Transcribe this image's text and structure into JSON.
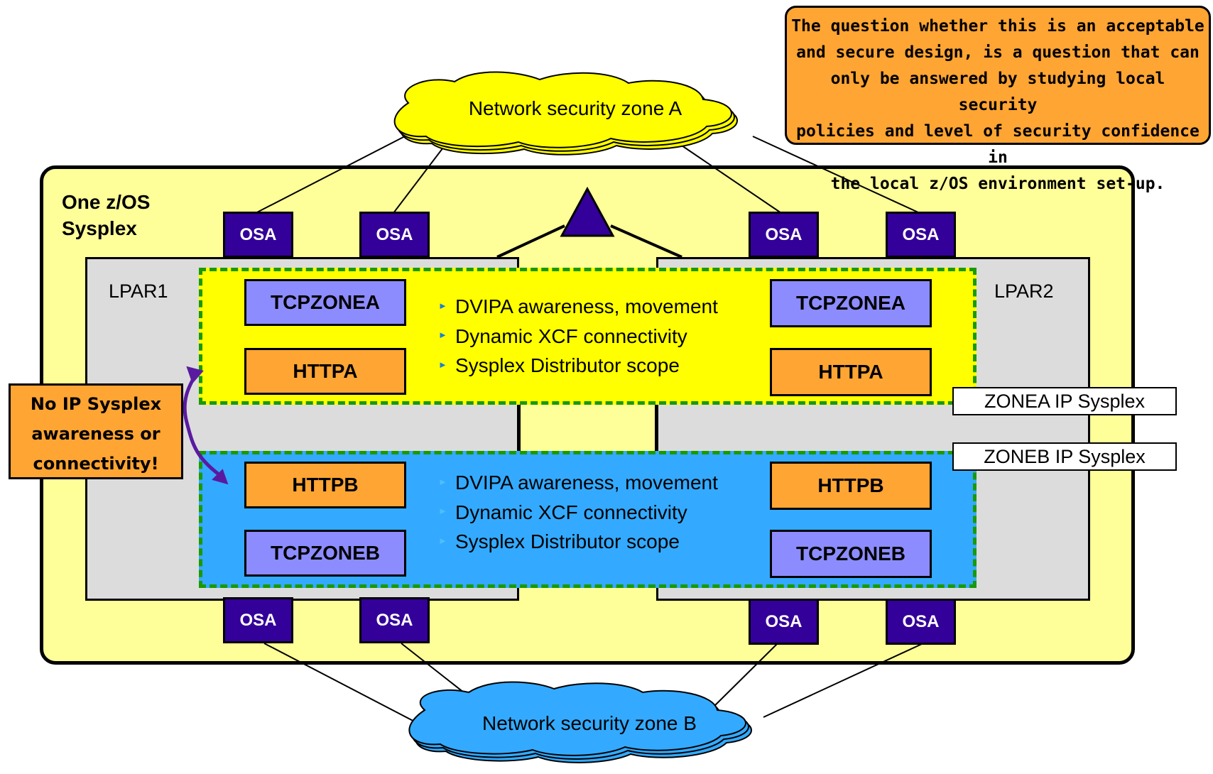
{
  "note": {
    "lines": [
      "The question whether this is an acceptable",
      "and secure design, is a question that can",
      "only be answered by studying local security",
      "policies and level of security confidence in",
      "the local z/OS environment set-up."
    ]
  },
  "zones": {
    "a": "Network security zone A",
    "b": "Network security zone B"
  },
  "sysplex": {
    "label_line1": "One z/OS",
    "label_line2": "Sysplex"
  },
  "lpars": {
    "left": "LPAR1",
    "right": "LPAR2"
  },
  "osa_label": "OSA",
  "stacks": {
    "tcpzonea": "TCPZONEA",
    "tcpzoneb": "TCPZONEB",
    "httpa": "HTTPA",
    "httpb": "HTTPB"
  },
  "features": [
    "DVIPA awareness, movement",
    "Dynamic XCF connectivity",
    "Sysplex Distributor scope"
  ],
  "ip_sysplex": {
    "zonea": "ZONEA IP Sysplex",
    "zoneb": "ZONEB IP Sysplex"
  },
  "callout": {
    "lines": [
      "No IP Sysplex",
      "awareness or",
      "connectivity!"
    ]
  },
  "colors": {
    "sysplex_bg": "#ffff99",
    "lpar_bg": "#dcdcdc",
    "zone_a_bg": "#ffff00",
    "zone_b_bg": "#33aaff",
    "tcp_box": "#8c8cff",
    "http_box": "#ffa533",
    "osa": "#330099",
    "dashed_border": "#1a9900",
    "note_bg": "#ffa533",
    "arrow": "#5a1aa0"
  }
}
